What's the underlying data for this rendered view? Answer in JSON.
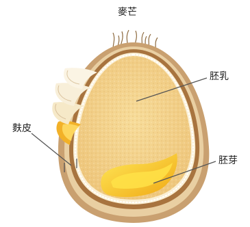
{
  "labels": {
    "awn": "麥芒",
    "endosperm": "胚乳",
    "bran": "麩皮",
    "germ": "胚芽"
  },
  "colors": {
    "outer_shell": "#c9a070",
    "inner_shell": "#e9cfa2",
    "seed_coat": "#a8743f",
    "endosperm": "#f2d189",
    "germ": "#f2b21a",
    "germ_highlight": "#ffe248",
    "bran_flakes": "#f6e9c8",
    "leader_line": "#555555"
  }
}
